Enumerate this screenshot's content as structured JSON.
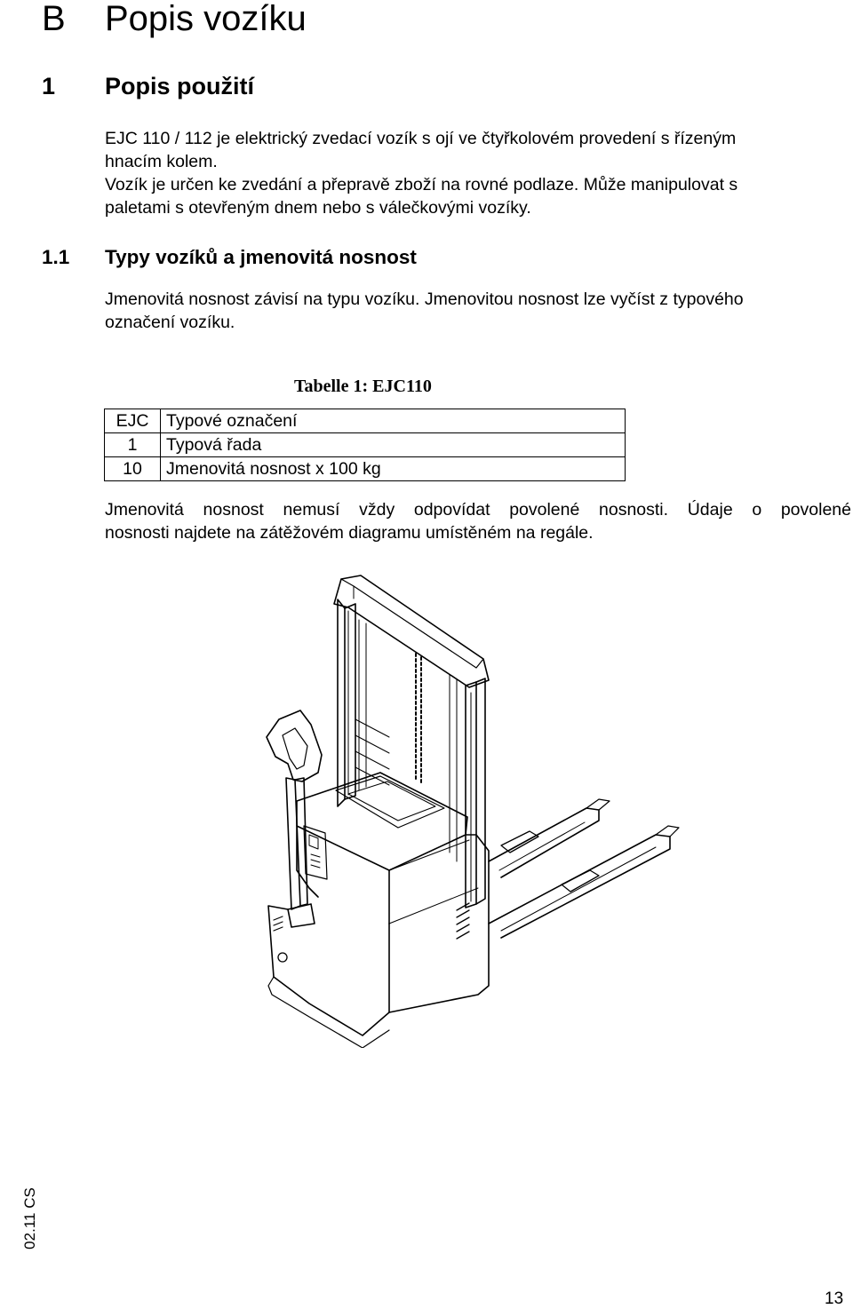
{
  "chapter": {
    "letter": "B",
    "title": "Popis vozíku"
  },
  "section": {
    "number": "1",
    "title": "Popis použití"
  },
  "intro_lines": [
    "EJC 110 / 112 je elektrický zvedací vozík s ojí ve čtyřkolovém provedení s řízeným",
    "hnacím kolem.",
    "Vozík je určen ke zvedání a přepravě zboží na rovné podlaze. Může manipulovat s",
    "paletami s otevřeným dnem nebo s válečkovými vozíky."
  ],
  "subsection": {
    "number": "1.1",
    "title": "Typy vozíků a jmenovitá nosnost"
  },
  "sub_lines": [
    "Jmenovitá nosnost závisí na typu vozíku. Jmenovitou nosnost lze vyčíst z typového",
    "označení vozíku."
  ],
  "table": {
    "caption": "Tabelle 1: EJC110",
    "rows": [
      {
        "code": "EJC",
        "desc": "Typové označení"
      },
      {
        "code": "1",
        "desc": "Typová řada"
      },
      {
        "code": "10",
        "desc": "Jmenovitá nosnost x 100 kg"
      }
    ]
  },
  "note_lines": [
    "Jmenovitá nosnost nemusí vždy odpovídat povolené nosnosti. Údaje o povolené",
    "nosnosti najdete na zátěžovém diagramu umístěném na regále."
  ],
  "figure": {
    "subject": "forklift-stacker-illustration"
  },
  "footer": {
    "date_code": "02.11 CS",
    "page_number": "13"
  }
}
